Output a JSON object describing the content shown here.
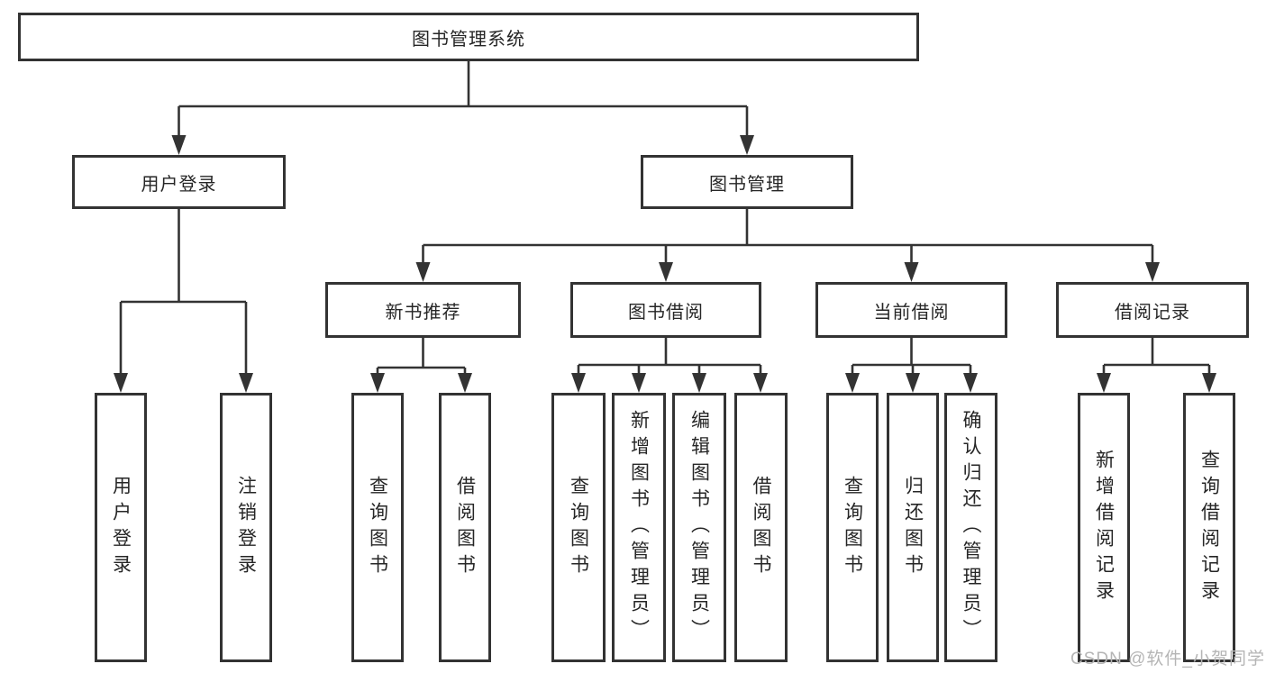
{
  "watermark": {
    "text": "CSDN @软件_小贺同学"
  },
  "colors": {
    "line": "#333333",
    "node_border": "#333333",
    "text": "#262626",
    "watermark": "#b5b5b5",
    "background": "#ffffff"
  },
  "tree": {
    "root": {
      "label": "图书管理系统",
      "children": [
        {
          "label": "用户登录",
          "children": [
            {
              "label": "用户登录"
            },
            {
              "label": "注销登录"
            }
          ]
        },
        {
          "label": "图书管理",
          "children": [
            {
              "label": "新书推荐",
              "children": [
                {
                  "label": "查询图书"
                },
                {
                  "label": "借阅图书"
                }
              ]
            },
            {
              "label": "图书借阅",
              "children": [
                {
                  "label": "查询图书"
                },
                {
                  "label": "新增图书（管理员）"
                },
                {
                  "label": "编辑图书（管理员）"
                },
                {
                  "label": "借阅图书"
                }
              ]
            },
            {
              "label": "当前借阅",
              "children": [
                {
                  "label": "查询图书"
                },
                {
                  "label": "归还图书"
                },
                {
                  "label": "确认归还（管理员）"
                }
              ]
            },
            {
              "label": "借阅记录",
              "children": [
                {
                  "label": "新增借阅记录"
                },
                {
                  "label": "查询借阅记录"
                }
              ]
            }
          ]
        }
      ]
    }
  }
}
